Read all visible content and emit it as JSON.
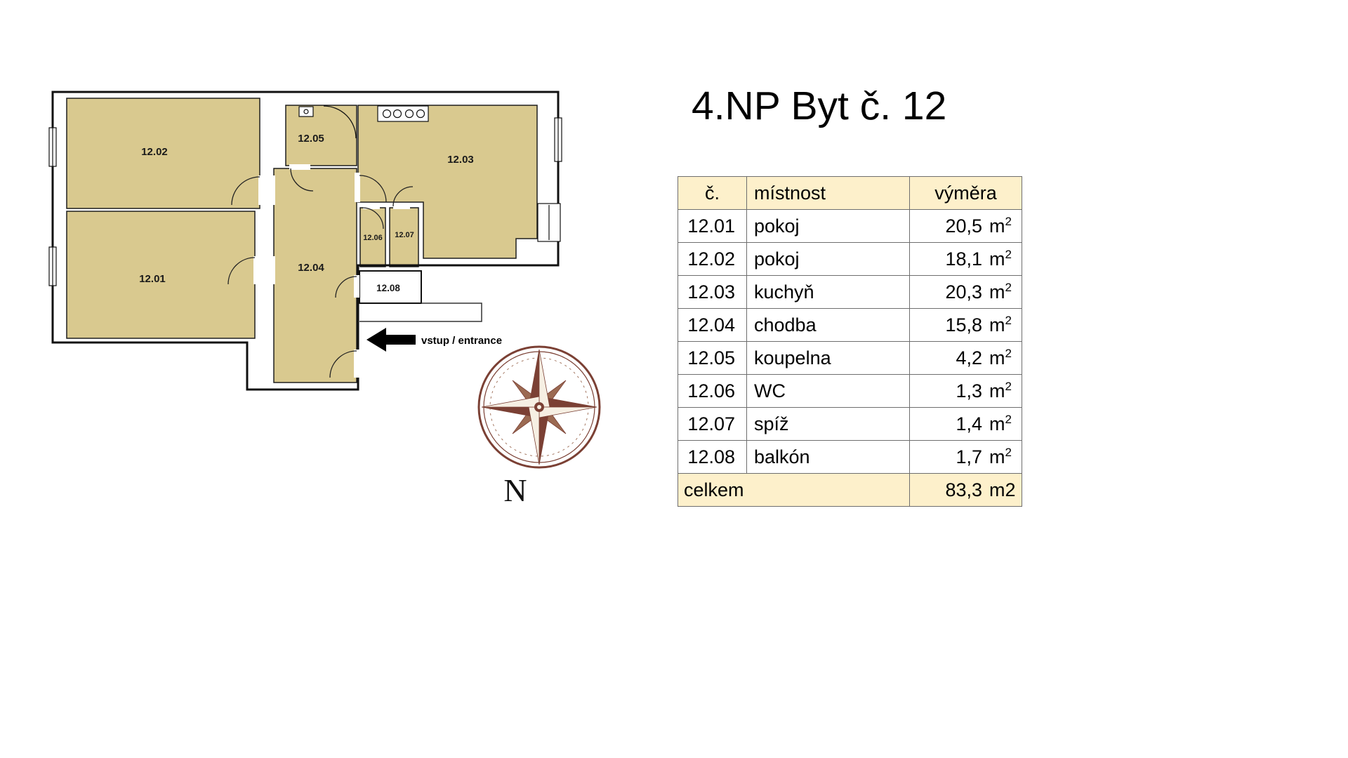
{
  "title": "4.NP Byt č. 12",
  "floorplan": {
    "rooms": [
      {
        "id": "12.01"
      },
      {
        "id": "12.02"
      },
      {
        "id": "12.03"
      },
      {
        "id": "12.04"
      },
      {
        "id": "12.05"
      },
      {
        "id": "12.06"
      },
      {
        "id": "12.07"
      },
      {
        "id": "12.08"
      }
    ],
    "entrance_label": "vstup / entrance",
    "compass_label": "N"
  },
  "table": {
    "headers": [
      "č.",
      "místnost",
      "výměra"
    ],
    "unit_base": "m",
    "unit_exp": "2",
    "rows": [
      {
        "id": "12.01",
        "name": "pokoj",
        "area": "20,5"
      },
      {
        "id": "12.02",
        "name": "pokoj",
        "area": "18,1"
      },
      {
        "id": "12.03",
        "name": "kuchyň",
        "area": "20,3"
      },
      {
        "id": "12.04",
        "name": "chodba",
        "area": "15,8"
      },
      {
        "id": "12.05",
        "name": "koupelna",
        "area": "4,2"
      },
      {
        "id": "12.06",
        "name": "WC",
        "area": "1,3"
      },
      {
        "id": "12.07",
        "name": "spíž",
        "area": "1,4"
      },
      {
        "id": "12.08",
        "name": "balkón",
        "area": "1,7"
      }
    ],
    "total": {
      "label": "celkem",
      "area": "83,3",
      "unit": "m2"
    }
  },
  "colors": {
    "room_fill": "#d9c98f",
    "wall": "#111111",
    "table_accent_bg": "#fdf0cb",
    "compass_brown": "#7b4034",
    "arrow_black": "#000000"
  }
}
